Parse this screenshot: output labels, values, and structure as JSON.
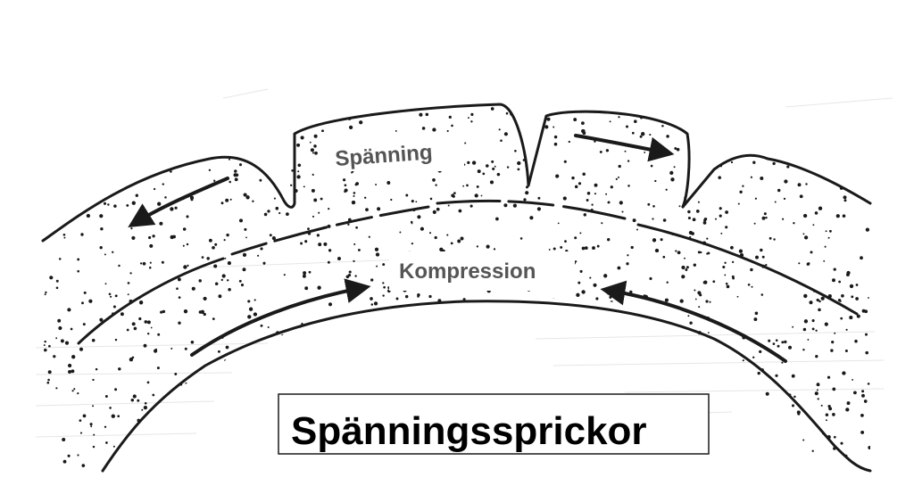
{
  "labels": {
    "tension": "Spänning",
    "compression": "Kompression"
  },
  "title": "Spänningssprickor",
  "colors": {
    "ink": "#1a1a1a",
    "label_text": "#555555",
    "background": "#ffffff"
  }
}
